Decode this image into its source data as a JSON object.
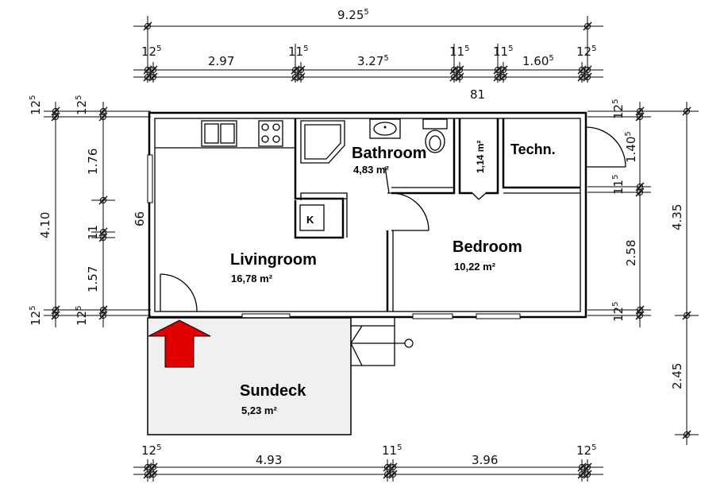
{
  "dimensions": {
    "top_total": "9.25",
    "top_total_sup": "5",
    "top_segments": {
      "s1": "12",
      "s1_sup": "5",
      "s2": "2.97",
      "s3": "11",
      "s3_sup": "5",
      "s4": "3.27",
      "s4_sup": "5",
      "s5": "11",
      "s5_sup": "5",
      "s6": "11",
      "s6_sup": "5",
      "s7": "1.60",
      "s7_sup": "5",
      "s8": "12",
      "s8_sup": "5"
    },
    "top_inner": "81",
    "left_total": "4.10",
    "left_segments": {
      "a1": "12",
      "a1_sup": "5",
      "a2": "12",
      "a2_sup": "5",
      "a3": "1.76",
      "a4": "11",
      "a5": "1.57",
      "a6": "12",
      "a6_sup": "5",
      "a7": "12",
      "a7_sup": "5",
      "a8": "66"
    },
    "right_total": "4.35",
    "right_segments": {
      "b1": "12",
      "b1_sup": "5",
      "b2": "1.40",
      "b2_sup": "5",
      "b3": "11",
      "b3_sup": "5",
      "b4": "2.58",
      "b5": "12",
      "b5_sup": "5",
      "b6": "2.45"
    },
    "bottom_segments": {
      "c1": "12",
      "c1_sup": "5",
      "c2": "4.93",
      "c3": "11",
      "c3_sup": "5",
      "c4": "3.96",
      "c5": "12",
      "c5_sup": "5"
    }
  },
  "rooms": {
    "bathroom": {
      "name": "Bathroom",
      "area": "4,83 m²"
    },
    "small_room": {
      "area": "1,14 m²"
    },
    "technical": {
      "name": "Techn."
    },
    "livingroom": {
      "name": "Livingroom",
      "area": "16,78 m²"
    },
    "bedroom": {
      "name": "Bedroom",
      "area": "10,22 m²"
    },
    "sundeck": {
      "name": "Sundeck",
      "area": "5,23 m²"
    }
  },
  "fixtures": {
    "kitchen_label": "K"
  },
  "entrance_arrow_color": "#e00000"
}
